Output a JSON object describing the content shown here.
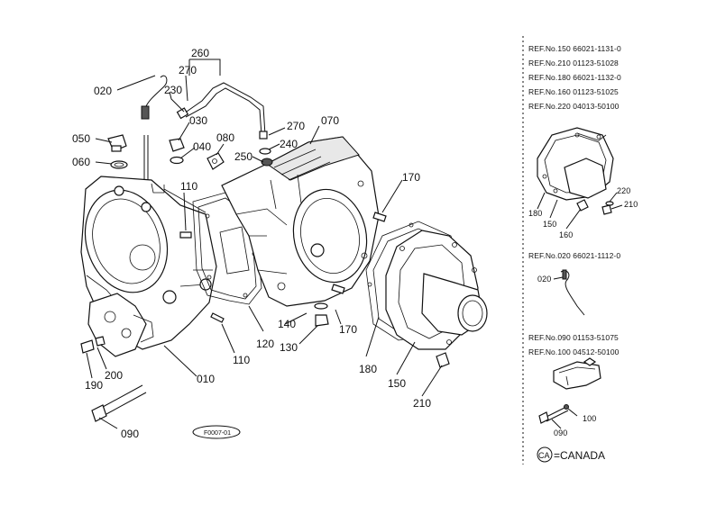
{
  "callouts": {
    "c020": "020",
    "c230": "230",
    "c260": "260",
    "c270a": "270",
    "c270b": "270",
    "c030": "030",
    "c040": "040",
    "c080": "080",
    "c240": "240",
    "c250": "250",
    "c070": "070",
    "c050": "050",
    "c060": "060",
    "c110a": "110",
    "c110b": "110",
    "c170a": "170",
    "c170b": "170",
    "c140": "140",
    "c130": "130",
    "c120": "120",
    "c180": "180",
    "c150": "150",
    "c210": "210",
    "c010": "010",
    "c200": "200",
    "c190": "190",
    "c090": "090"
  },
  "stamp": "F0007-01",
  "side_panel": {
    "refs_top": [
      "REF.No.150 66021-1131-0",
      "REF.No.210 01123-51028",
      "REF.No.180 66021-1132-0",
      "REF.No.160 01123-51025",
      "REF.No.220 04013-50100"
    ],
    "detail1_labels": {
      "d180": "180",
      "d150": "150",
      "d160": "160",
      "d220": "220",
      "d210": "210"
    },
    "ref_020": "REF.No.020 66021-1112-0",
    "detail2_label": "020",
    "refs_bottom": [
      "REF.No.090 01153-51075",
      "REF.No.100 04512-50100"
    ],
    "detail3_labels": {
      "d090": "090",
      "d100": "100"
    },
    "legend_code": "CA",
    "legend_text": "=CANADA"
  }
}
